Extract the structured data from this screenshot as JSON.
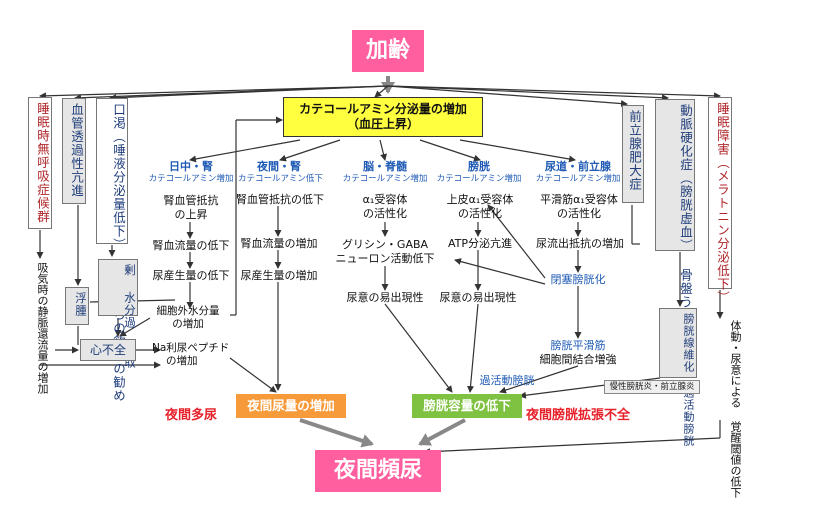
{
  "diagram": {
    "top": "加齢",
    "catecholamine": {
      "line1": "カテコールアミン分泌量の増加",
      "line2": "（血圧上昇）"
    },
    "left_boxes": {
      "sleep_apnea": "睡眠時無呼吸症候群",
      "vascular": "血管透過性亢進",
      "thirst": "口渇（唾液分泌量低下）",
      "surroundings": "周囲からの飲水の勧め",
      "excess": "剰",
      "water_intake": "水分過",
      "intake": "摂取",
      "edema": "浮腫",
      "heart_failure": "心不全"
    },
    "left_text": {
      "venous_return": "吸気時の静脈還流量の増加",
      "ecf": "細胞外水分量",
      "ecf2": "の増加",
      "anp": "Na利尿ペプチド",
      "anp2": "の増加"
    },
    "right_boxes": {
      "prostate": "前立腺肥大症",
      "arteriosclerosis": "動脈硬化症（膀胱虚血）",
      "congestion": "骨盤うっ血状態",
      "sleep_disorder": "睡眠障害（メラトニン分泌低下）",
      "fibrosis": "膀胱線維化",
      "overactive": "過活動膀胱",
      "chronic": "慢性膀胱炎・前立腺炎"
    },
    "right_text": {
      "arousal": "体動・尿意による",
      "arousal2": "覚醒閾値の低下"
    },
    "columns": [
      {
        "title": "日中・腎",
        "sub": "カテコールアミン増加"
      },
      {
        "title": "夜間・腎",
        "sub": "カテコールアミン低下"
      },
      {
        "title": "脳・脊髄",
        "sub": "カテコールアミン増加"
      },
      {
        "title": "膀胱",
        "sub": "カテコールアミン増加"
      },
      {
        "title": "尿道・前立腺",
        "sub": "カテコールアミン増加"
      }
    ],
    "col1": {
      "a": "腎血管抵抗",
      "a2": "の上昇",
      "b": "腎血流量の低下",
      "c": "尿産生量の低下"
    },
    "col2": {
      "a": "腎血管抵抗の低下",
      "b": "腎血流量の増加",
      "c": "尿産生量の増加"
    },
    "col3": {
      "a": "α₁受容体",
      "a2": "の活性化",
      "b": "グリシン・GABA",
      "b2": "ニューロン活動低下",
      "c": "尿意の易出現性"
    },
    "col4": {
      "a": "上皮α₁受容体",
      "a2": "の活性化",
      "b": "ATP分泌亢進",
      "c": "尿意の易出現性"
    },
    "col5": {
      "a": "平滑筋α₁受容体",
      "a2": "の活性化",
      "b": "尿流出抵抗の増加"
    },
    "obstruction": "閉塞膀胱化",
    "smooth_muscle": "膀胱平滑筋",
    "smooth_muscle2": "細胞間結合増強",
    "overactive_bladder": "過活動膀胱",
    "nocturnal_polyuria_box": "夜間尿量の増加",
    "nocturnal_polyuria_label": "夜間多尿",
    "capacity_box": "膀胱容量の低下",
    "capacity_label": "夜間膀胱拡張不全",
    "bottom": "夜間頻尿"
  }
}
